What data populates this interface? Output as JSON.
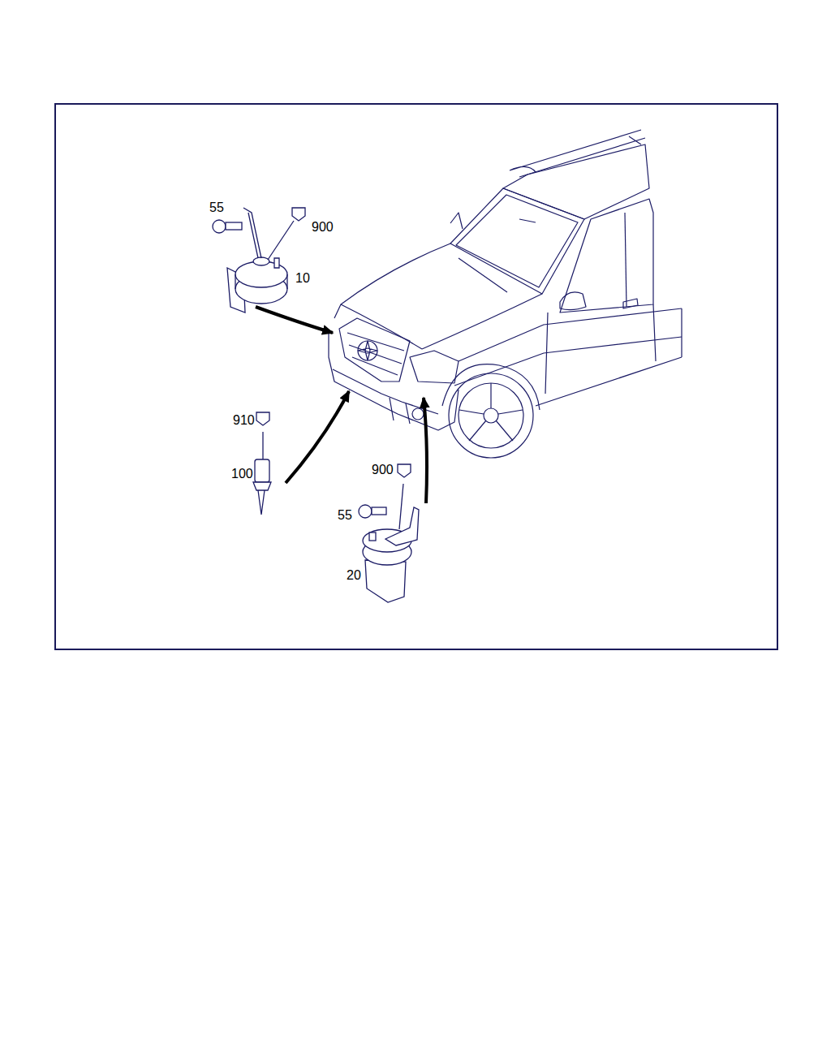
{
  "diagram": {
    "labels": [
      "55",
      "900",
      "10",
      "910",
      "100",
      "900",
      "55",
      "20"
    ]
  }
}
